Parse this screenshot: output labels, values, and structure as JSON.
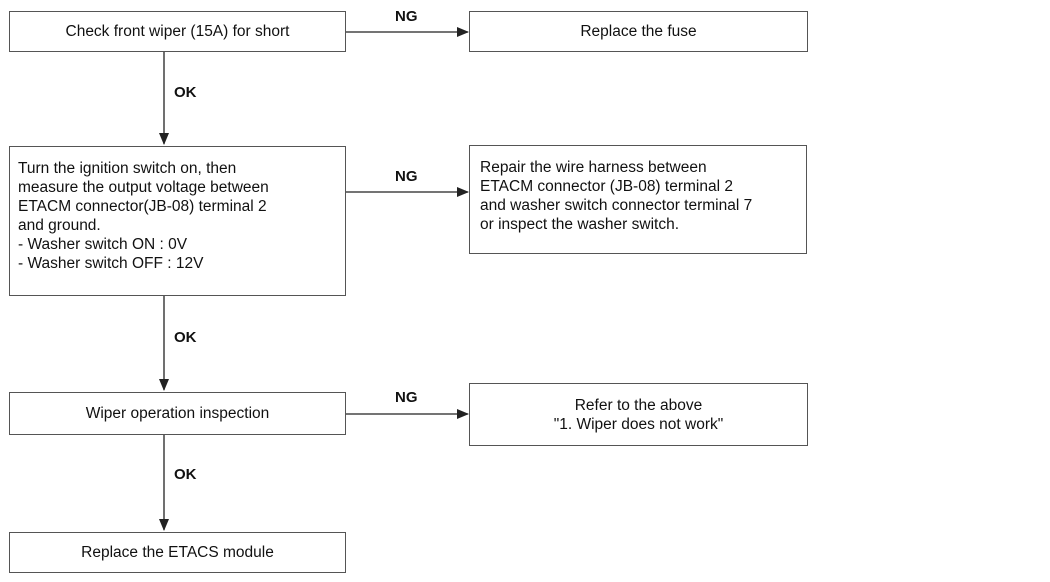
{
  "steps": [
    {
      "text": "Check front wiper (15A) for short",
      "ng_action": "Replace the fuse"
    },
    {
      "lines": [
        "Turn the ignition switch on, then",
        "measure the output voltage between",
        "ETACM connector(JB-08) terminal 2",
        "and ground.",
        "- Washer switch ON : 0V",
        "- Washer switch OFF : 12V"
      ],
      "ng_action_lines": [
        "Repair the wire harness between",
        "ETACM connector (JB-08) terminal 2",
        "and washer switch connector terminal 7",
        "or inspect the washer switch."
      ]
    },
    {
      "text": "Wiper operation inspection",
      "ng_action_lines": [
        "Refer to the above",
        "\"1. Wiper does not work\""
      ]
    },
    {
      "text": "Replace the ETACS module"
    }
  ],
  "labels": {
    "ng": "NG",
    "ok": "OK"
  }
}
